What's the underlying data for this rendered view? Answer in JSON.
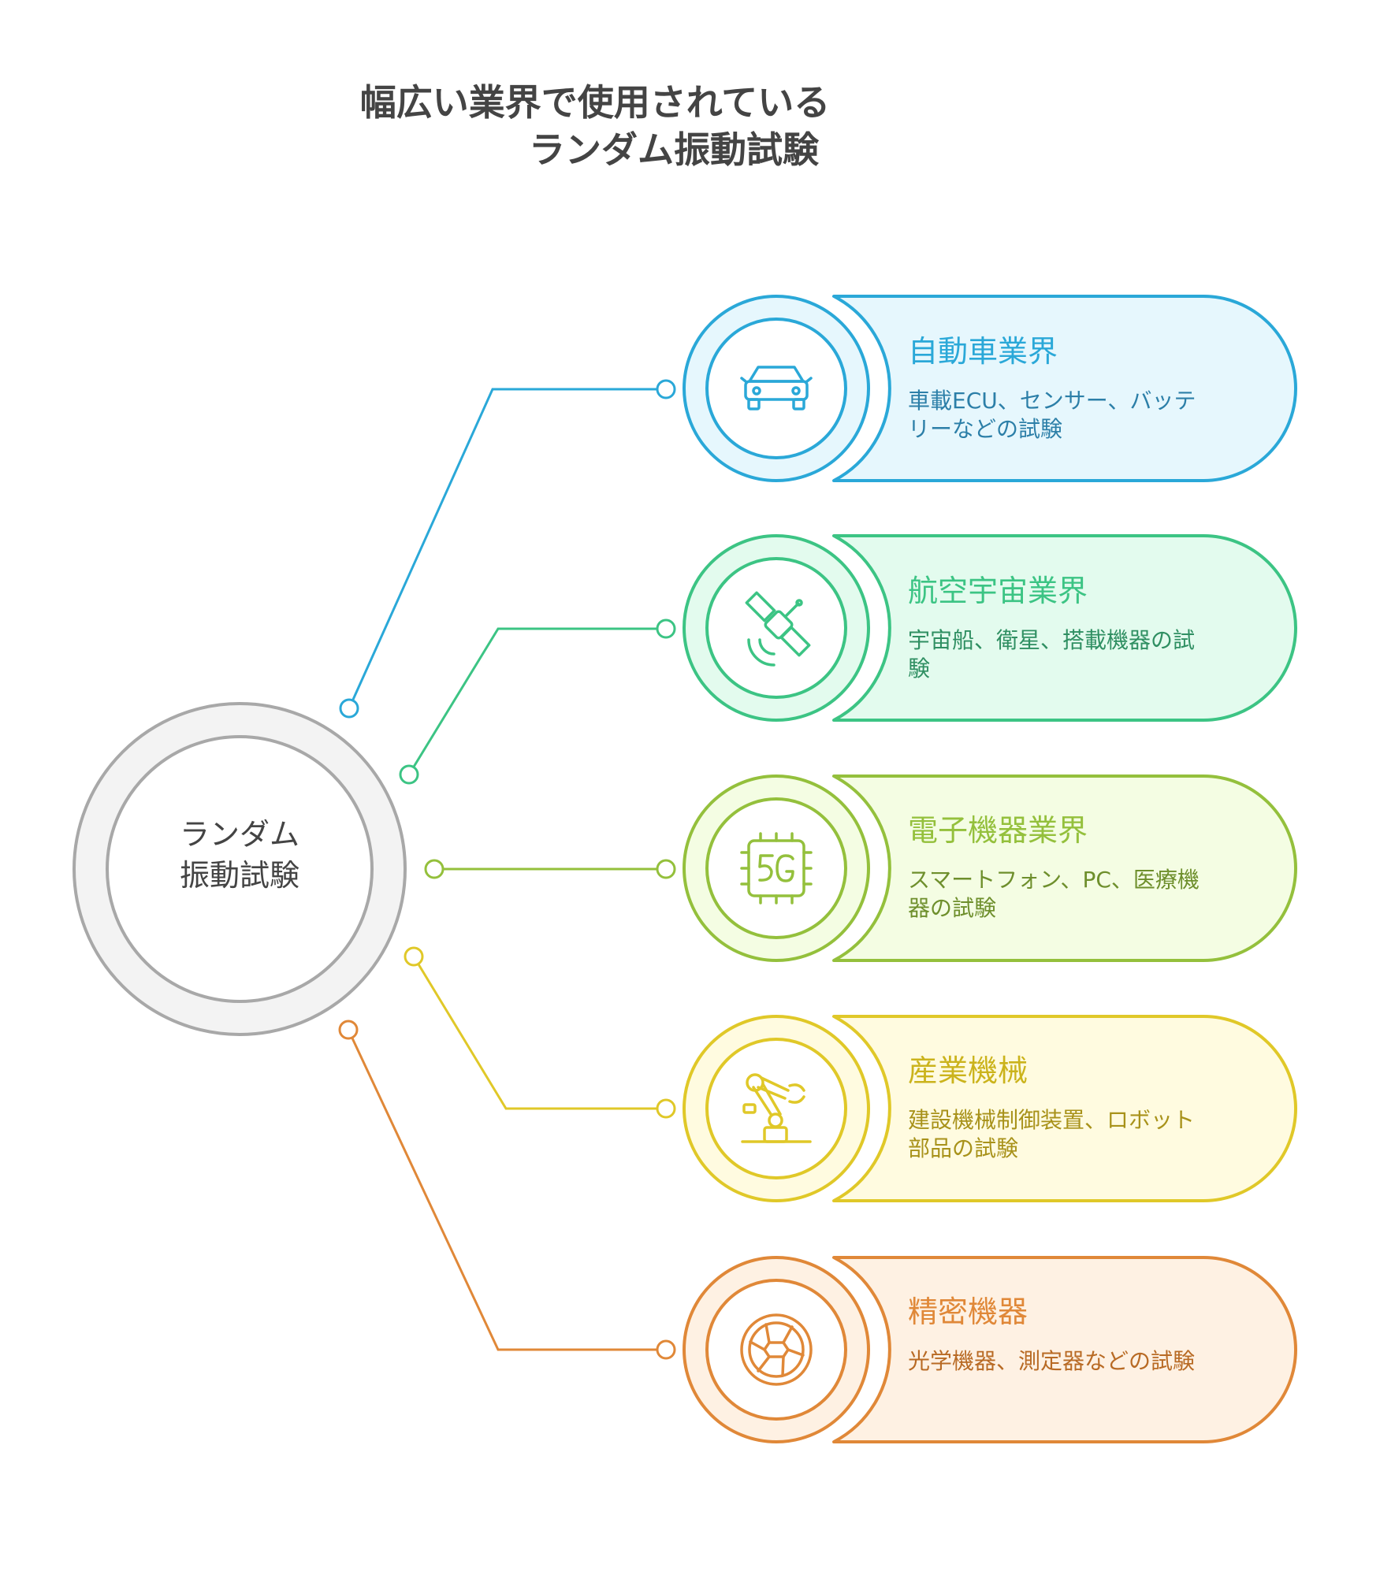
{
  "title": {
    "line1": "幅広い業界で使用されている",
    "line2": "ランダム振動試験"
  },
  "center": {
    "line1": "ランダム",
    "line2": "振動試験"
  },
  "items": [
    {
      "title": "自動車業界",
      "desc_line1": "車載ECU、センサー、バッテ",
      "desc_line2": "リーなどの試験",
      "icon": "car-icon",
      "color": "#2aa8d8",
      "fill": "#e6f7fd"
    },
    {
      "title": "航空宇宙業界",
      "desc_line1": "宇宙船、衛星、搭載機器の試",
      "desc_line2": "験",
      "icon": "satellite-icon",
      "color": "#3cc484",
      "fill": "#e3fbee"
    },
    {
      "title": "電子機器業界",
      "desc_line1": "スマートフォン、PC、医療機",
      "desc_line2": "器の試験",
      "icon": "5g-chip-icon",
      "color": "#94c03c",
      "fill": "#f4fde3"
    },
    {
      "title": "産業機械",
      "desc_line1": "建設機械制御装置、ロボット",
      "desc_line2": "部品の試験",
      "icon": "robot-arm-icon",
      "color": "#e0c828",
      "fill": "#fffbe0"
    },
    {
      "title": "精密機器",
      "desc_line1": "光学機器、測定器などの試験",
      "desc_line2": "",
      "icon": "camera-aperture-icon",
      "color": "#e08838",
      "fill": "#fef1e3"
    }
  ]
}
